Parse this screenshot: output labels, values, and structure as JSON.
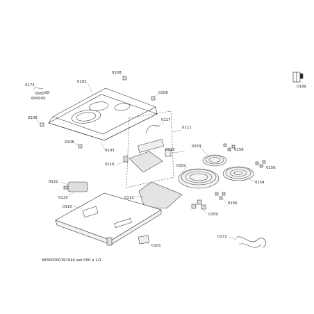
{
  "document_id": "58300000197044 aet 000 a 1/1",
  "logo_code": "D199",
  "parts": [
    {
      "id": "label-0108-a",
      "text": "0108"
    },
    {
      "id": "label-0102",
      "text": "0102"
    },
    {
      "id": "label-0173",
      "text": "0173"
    },
    {
      "id": "label-0108-b",
      "text": "0108"
    },
    {
      "id": "label-0108-c",
      "text": "0108"
    },
    {
      "id": "label-0117",
      "text": "0117"
    },
    {
      "id": "label-0111",
      "text": "0111"
    },
    {
      "id": "label-0108-d",
      "text": "0108"
    },
    {
      "id": "label-0103",
      "text": "0103"
    },
    {
      "id": "label-0116",
      "text": "0116"
    },
    {
      "id": "label-0115",
      "text": "0115"
    },
    {
      "id": "label-0153",
      "text": "0153"
    },
    {
      "id": "label-0156-a",
      "text": "0156"
    },
    {
      "id": "label-0152",
      "text": "0152"
    },
    {
      "id": "label-0156-b",
      "text": "0156"
    },
    {
      "id": "label-0154",
      "text": "0154"
    },
    {
      "id": "label-0122",
      "text": "0122"
    },
    {
      "id": "label-0121",
      "text": "0121"
    },
    {
      "id": "label-0112",
      "text": "0112"
    },
    {
      "id": "label-0110",
      "text": "0110"
    },
    {
      "id": "label-0156-c",
      "text": "0156"
    },
    {
      "id": "label-0159",
      "text": "0159"
    },
    {
      "id": "label-0172",
      "text": "0172"
    },
    {
      "id": "label-0101",
      "text": "0101"
    }
  ]
}
